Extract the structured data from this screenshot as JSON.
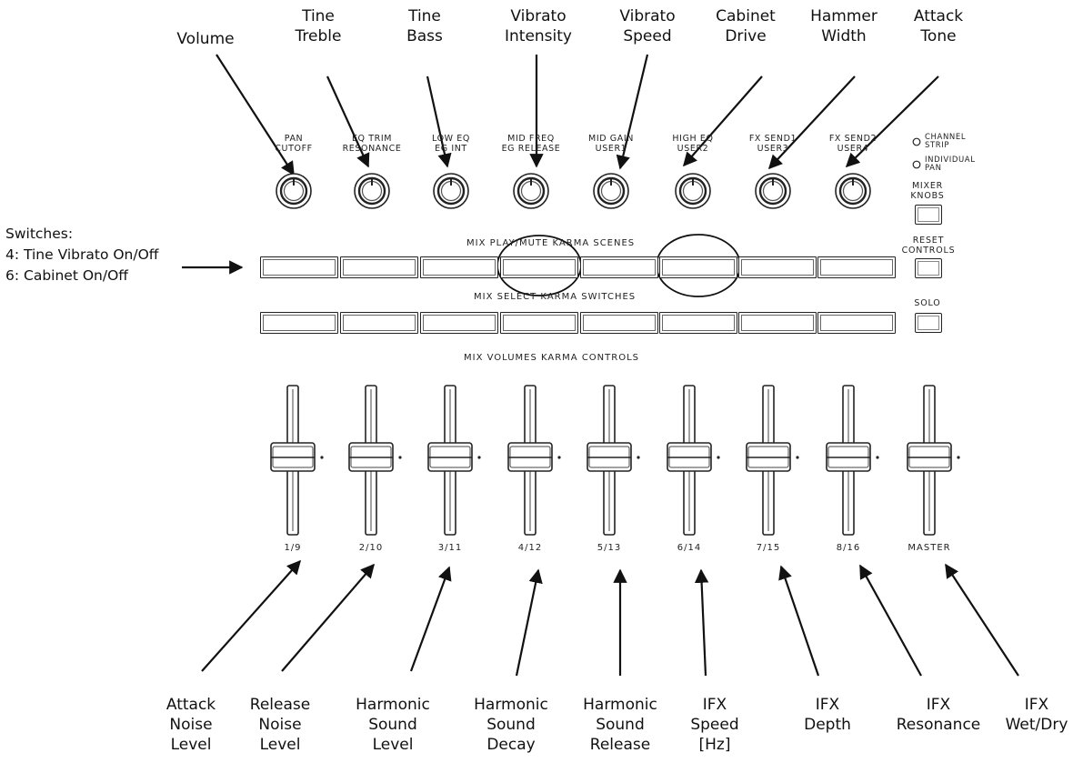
{
  "top_callouts": [
    {
      "id": "volume",
      "lines": [
        "Volume"
      ]
    },
    {
      "id": "tine-treble",
      "lines": [
        "Tine",
        "Treble"
      ]
    },
    {
      "id": "tine-bass",
      "lines": [
        "Tine",
        "Bass"
      ]
    },
    {
      "id": "vibrato-intensity",
      "lines": [
        "Vibrato",
        "Intensity"
      ]
    },
    {
      "id": "vibrato-speed",
      "lines": [
        "Vibrato",
        "Speed"
      ]
    },
    {
      "id": "cabinet-drive",
      "lines": [
        "Cabinet",
        "Drive"
      ]
    },
    {
      "id": "hammer-width",
      "lines": [
        "Hammer",
        "Width"
      ]
    },
    {
      "id": "attack-tone",
      "lines": [
        "Attack",
        "Tone"
      ]
    }
  ],
  "knobs": [
    {
      "line1": "PAN",
      "line2": "CUTOFF"
    },
    {
      "line1": "EQ TRIM",
      "line2": "RESONANCE"
    },
    {
      "line1": "LOW EQ",
      "line2": "EG INT"
    },
    {
      "line1": "MID FREQ",
      "line2": "EG RELEASE"
    },
    {
      "line1": "MID GAIN",
      "line2": "USER1"
    },
    {
      "line1": "HIGH EQ",
      "line2": "USER2"
    },
    {
      "line1": "FX SEND1",
      "line2": "USER3"
    },
    {
      "line1": "FX SEND2",
      "line2": "USER4"
    }
  ],
  "leds": [
    {
      "line1": "CHANNEL",
      "line2": "STRIP"
    },
    {
      "line1": "INDIVIDUAL",
      "line2": "PAN"
    }
  ],
  "side_buttons": [
    {
      "line1": "MIXER",
      "line2": "KNOBS"
    },
    {
      "line1": "RESET",
      "line2": "CONTROLS"
    },
    {
      "line1": "SOLO",
      "line2": ""
    }
  ],
  "sections": {
    "play_mute": "MIX PLAY/MUTE  KARMA SCENES",
    "select": "MIX SELECT  KARMA SWITCHES",
    "volumes": "MIX VOLUMES  KARMA CONTROLS"
  },
  "left_note": [
    "Switches:",
    "4: Tine Vibrato On/Off",
    "6: Cabinet On/Off"
  ],
  "channels": [
    "1/9",
    "2/10",
    "3/11",
    "4/12",
    "5/13",
    "6/14",
    "7/15",
    "8/16",
    "MASTER"
  ],
  "bottom_callouts": [
    {
      "id": "attack-noise-level",
      "lines": [
        "Attack",
        "Noise",
        "Level"
      ]
    },
    {
      "id": "release-noise-level",
      "lines": [
        "Release",
        "Noise",
        "Level"
      ]
    },
    {
      "id": "harmonic-sound-level",
      "lines": [
        "Harmonic",
        "Sound",
        "Level"
      ]
    },
    {
      "id": "harmonic-sound-decay",
      "lines": [
        "Harmonic",
        "Sound",
        "Decay"
      ]
    },
    {
      "id": "harmonic-sound-release",
      "lines": [
        "Harmonic",
        "Sound",
        "Release"
      ]
    },
    {
      "id": "ifx-speed",
      "lines": [
        "IFX",
        "Speed",
        "[Hz]"
      ]
    },
    {
      "id": "ifx-depth",
      "lines": [
        "IFX",
        "Depth"
      ]
    },
    {
      "id": "ifx-resonance",
      "lines": [
        "IFX",
        "Resonance"
      ]
    },
    {
      "id": "ifx-wet-dry",
      "lines": [
        "IFX",
        "Wet/Dry"
      ]
    }
  ]
}
